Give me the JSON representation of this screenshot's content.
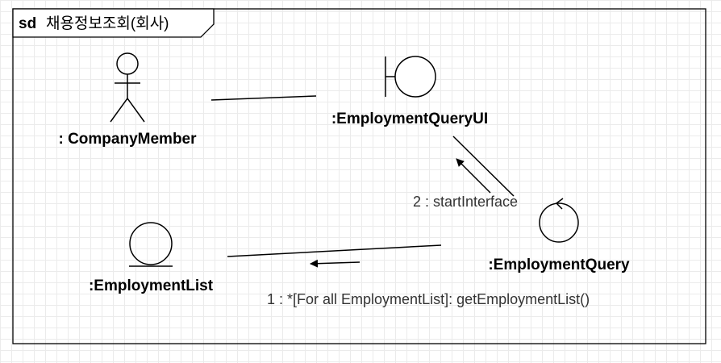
{
  "frame": {
    "keyword": "sd",
    "name": "채용정보조회(회사)"
  },
  "objects": {
    "actor": {
      "label": ": CompanyMember"
    },
    "boundary": {
      "label": ":EmploymentQueryUI"
    },
    "control": {
      "label": ":EmploymentQuery"
    },
    "entity": {
      "label": ":EmploymentList"
    }
  },
  "messages": [
    {
      "text": "2 : startInterface"
    },
    {
      "text": "1 : *[For all EmploymentList]: getEmploymentList()"
    }
  ]
}
